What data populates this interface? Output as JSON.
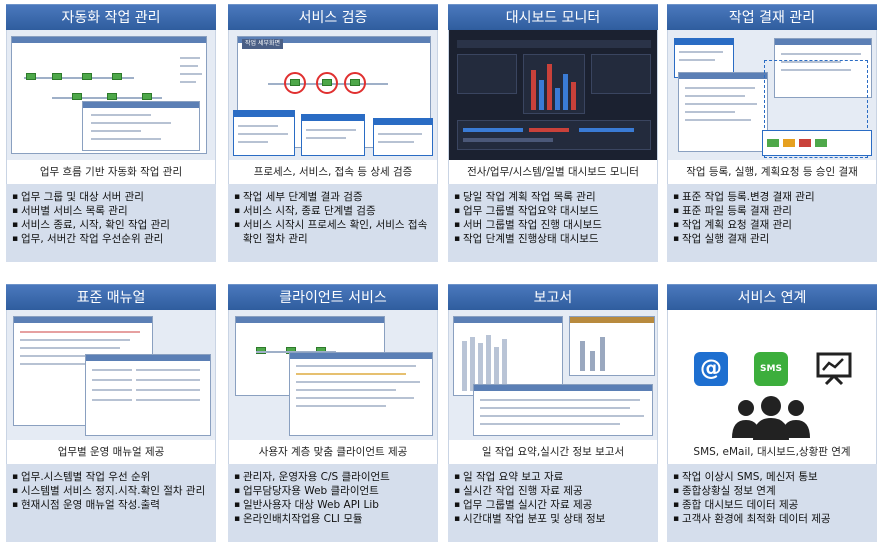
{
  "cards": [
    {
      "title": "자동화 작업 관리",
      "caption": "업무 흐름 기반 자동화 작업 관리",
      "items": [
        "업무 그룹 및 대상 서버 관리",
        "서버별 서비스 목록 관리",
        "서비스 종료, 시작, 확인 작업 관리",
        "업무, 서버간 작업 우선순위 관리"
      ]
    },
    {
      "title": "서비스 검증",
      "caption": "프로세스, 서비스, 접속 등 상세 검증",
      "thumb_label": "작업 세부화면",
      "items": [
        "작업 세부 단계별 결과 검증",
        "서비스 시작, 종료 단계별 검증",
        "서비스 시작시 프로세스 확인, 서비스 접속 확인 절차 관리"
      ]
    },
    {
      "title": "대시보드 모니터",
      "caption": "전사/업무/시스템/일별 대시보드 모니터",
      "items": [
        "당일 작업 계획 작업 목록 관리",
        "업무 그룹별 작업요약 대시보드",
        "서버 그룹별 작업 진행 대시보드",
        "작업 단계별 진행상태 대시보드"
      ]
    },
    {
      "title": "작업 결재 관리",
      "caption": "작업 등록, 실행, 계획요청 등 승인 결재",
      "items": [
        "표준 작업 등록.변경 결재 관리",
        "표준 파일 등록 결재 관리",
        "작업 계획 요청 결재 관리",
        "작업 실행 결재 관리"
      ]
    },
    {
      "title": "표준 매뉴얼",
      "caption": "업무별 운영 매뉴얼 제공",
      "items": [
        "업무.시스템별 작업 우선 순위",
        "시스템별 서비스 정지.시작.확인 절차 관리",
        "현재시점 운영 매뉴얼 작성.출력"
      ]
    },
    {
      "title": "클라이언트 서비스",
      "caption": "사용자 계층 맞춤 클라이언트 제공",
      "items": [
        "관리자, 운영자용 C/S 클라이언트",
        "업무담당자용 Web 클라이언트",
        "일반사용자 대상 Web API Lib",
        "온라인배치작업용  CLI 모듈"
      ]
    },
    {
      "title": "보고서",
      "caption": "일 작업 요약,실시간 정보 보고서",
      "items": [
        "일 작업 요약 보고 자료",
        "실시간 작업 진행 자료 제공",
        "업무 그룹별 실시간 자료 제공",
        "시간대별 작업 분포 및 상태 정보"
      ]
    },
    {
      "title": "서비스 연계",
      "caption": "SMS, eMail, 대시보드,상황판 연계",
      "icons": [
        "@",
        "SMS"
      ],
      "items": [
        "작업 이상시 SMS, 메신저 통보",
        "종합상황실 정보 연계",
        "종합 대시보드 데이터 제공",
        "고객사 환경에 최적화 데이터 제공"
      ]
    }
  ]
}
